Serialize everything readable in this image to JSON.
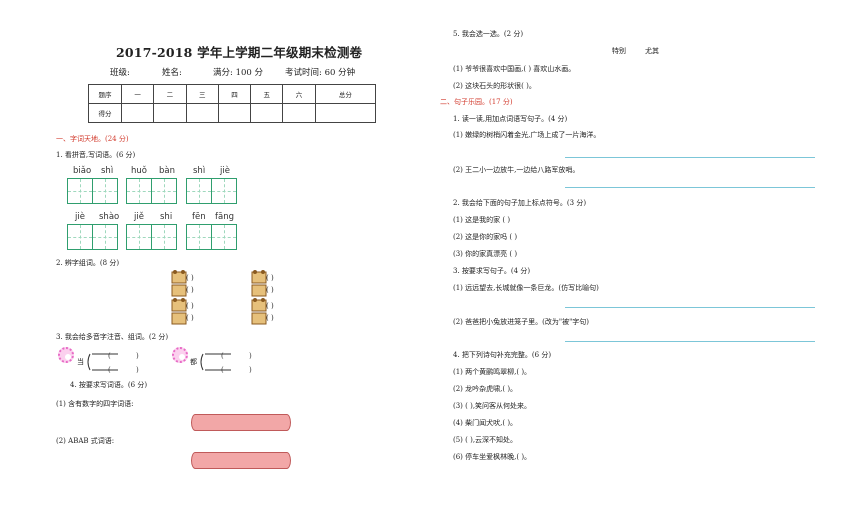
{
  "left": {
    "title": "2017-2018 学年上学期二年级期末检测卷",
    "info": {
      "class": "班级:",
      "name": "姓名:",
      "full": "满分: 100 分",
      "time": "考试时间: 60 分钟"
    },
    "score_table": {
      "header": [
        "题序",
        "一",
        "二",
        "三",
        "四",
        "五",
        "六",
        "总分"
      ],
      "row_label": "得分"
    },
    "section1": "一、字词天地。(24 分)",
    "q1": "1. 看拼音,写词语。(6 分)",
    "pinyin": [
      [
        "biǎo",
        "shì",
        "huǒ",
        "bàn",
        "shì",
        "jiè"
      ],
      [
        "jiè",
        "shào",
        "jiě",
        "shi",
        "fēn",
        "fāng"
      ]
    ],
    "q2": "2. 辨字组词。(8 分)",
    "paren_pair": "(          )",
    "q3": "3. 我会给多音字注音、组词。(2 分)",
    "poly": [
      "当",
      "都"
    ],
    "q4": "4. 按要求写词语。(6 分)",
    "q4_1": "(1) 含有数字的四字词语:",
    "q4_2": "(2) ABAB 式词语:"
  },
  "right": {
    "q5": "5. 我会选一选。(2 分)",
    "options": [
      "特别",
      "尤其"
    ],
    "q5_1": "(1) 爷爷很喜欢中国画,(          ) 喜欢山水画。",
    "q5_2": "(2) 这块石头的形状很(          )。",
    "section2": "二、句子乐园。(17 分)",
    "s1": "1. 读一读,用加点词语写句子。(4 分)",
    "s1_1": "(1) 嫩绿的树梢闪着金光,广场上成了一片海洋。",
    "s1_2": "(2) 王二小一边放牛,一边给八路军放哨。",
    "s2": "2. 我会给下面的句子加上标点符号。(3 分)",
    "s2_1": "(1) 这是我的家 (      )",
    "s2_2": "(2) 这是你的家吗 (      )",
    "s2_3": "(3) 你的家真漂亮 (      )",
    "s3": "3. 按要求写句子。(4 分)",
    "s3_1": "(1) 远远望去,长城就像一条巨龙。(仿写比喻句)",
    "s3_2": "(2) 爸爸把小兔放进笼子里。(改为\"被\"字句)",
    "s4": "4. 把下列诗句补充完整。(6 分)",
    "s4_items": [
      "(1) 两个黄鹂鸣翠柳,(                              )。",
      "(2) 龙吟杂虎啸,(                              )。",
      "(3) (                              ),笑问客从何处来。",
      "(4) 柴门闻犬吠,(                              )。",
      "(5) (                              ),云深不知处。",
      "(6) 停车坐爱枫林晚,(                              )。"
    ]
  }
}
